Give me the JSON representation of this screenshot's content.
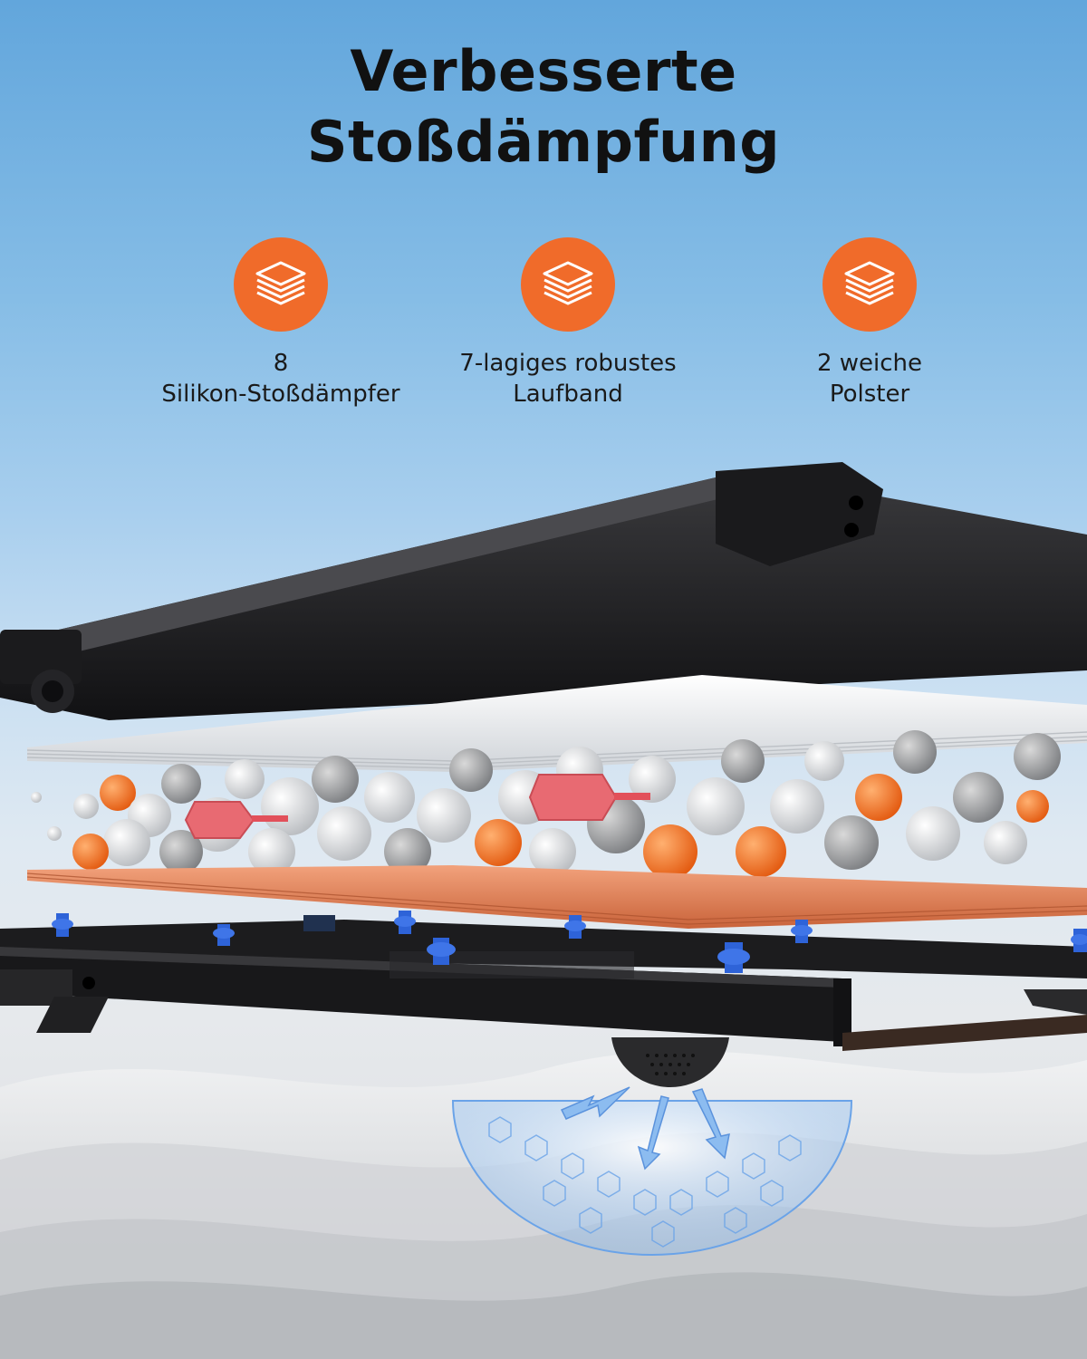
{
  "title": {
    "line1": "Verbesserte",
    "line2": "Stoßdämpfung"
  },
  "features": [
    {
      "icon": "layers-icon",
      "line1": "8",
      "line2": "Silikon-Stoßdämpfer"
    },
    {
      "icon": "layers-icon",
      "line1": "7-lagiges robustes",
      "line2": "Laufband"
    },
    {
      "icon": "layers-icon",
      "line1": "2 weiche",
      "line2": "Polster"
    }
  ],
  "colors": {
    "accent": "#f06b2a",
    "deck": "#1c1c1e",
    "foam_board": "#e2794a",
    "damper": "#2e63d8",
    "cushion_glow": "#5c9ee8"
  }
}
